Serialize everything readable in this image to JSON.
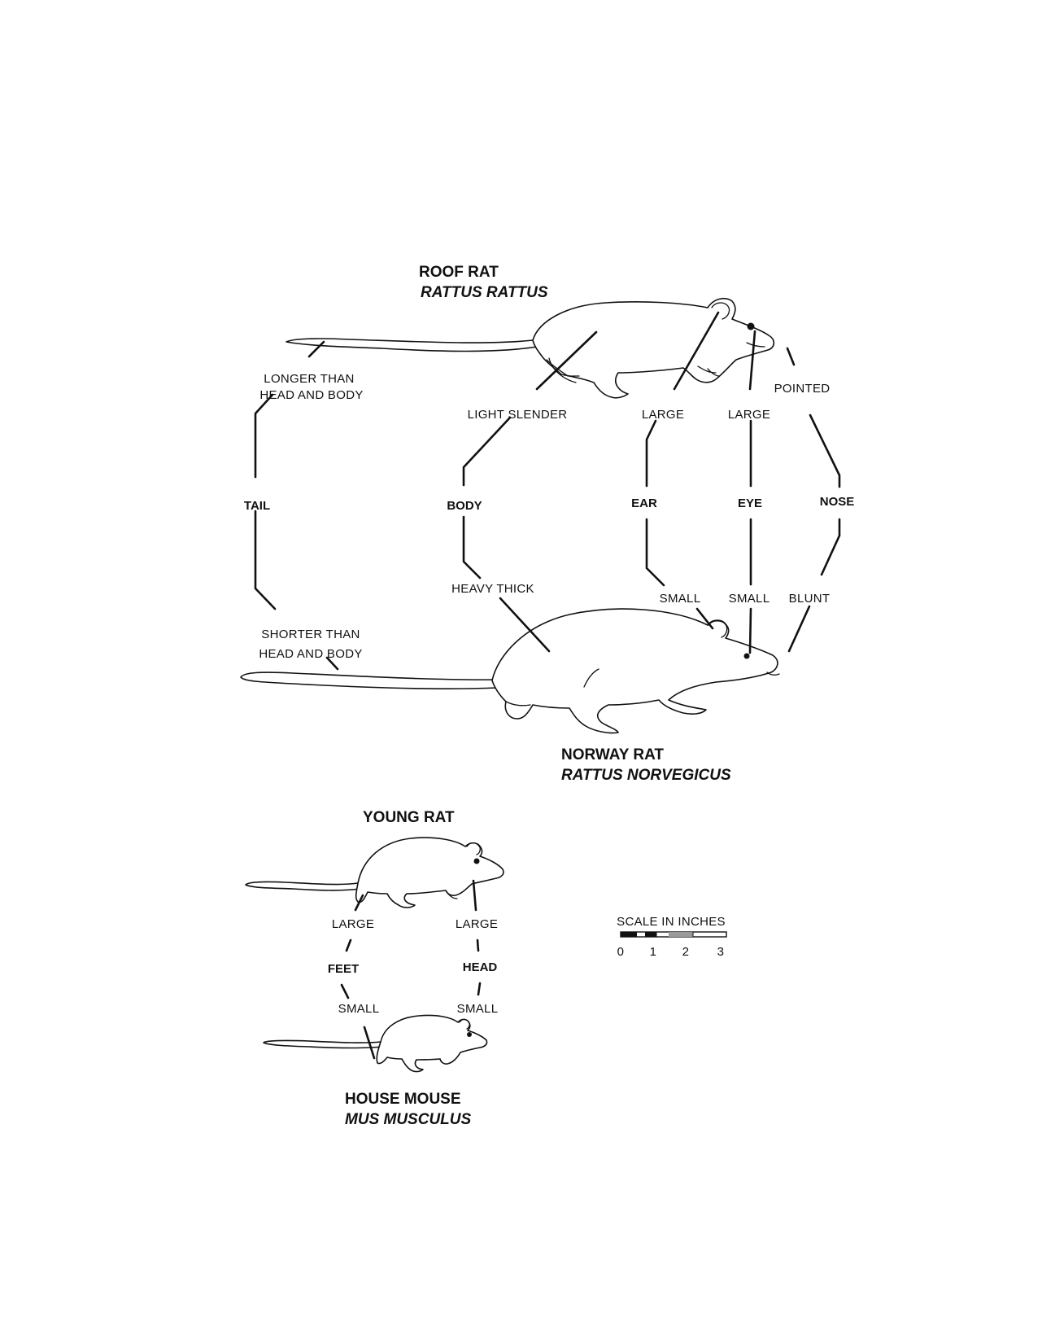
{
  "species": {
    "roof_rat": {
      "name": "ROOF RAT",
      "scientific": "RATTUS RATTUS"
    },
    "norway_rat": {
      "name": "NORWAY RAT",
      "scientific": "RATTUS NORVEGICUS"
    },
    "young_rat": {
      "name": "YOUNG RAT"
    },
    "house_mouse": {
      "name": "HOUSE MOUSE",
      "scientific": "MUS MUSCULUS"
    }
  },
  "features": {
    "tail": {
      "label": "TAIL",
      "roof": [
        "LONGER THAN",
        "HEAD AND BODY"
      ],
      "norway": [
        "SHORTER THAN",
        "HEAD AND BODY"
      ]
    },
    "body": {
      "label": "BODY",
      "roof": "LIGHT SLENDER",
      "norway": "HEAVY THICK"
    },
    "ear": {
      "label": "EAR",
      "roof": "LARGE",
      "norway": "SMALL"
    },
    "eye": {
      "label": "EYE",
      "roof": "LARGE",
      "norway": "SMALL"
    },
    "nose": {
      "label": "NOSE",
      "roof": "POINTED",
      "norway": "BLUNT"
    },
    "feet": {
      "label": "FEET",
      "young": "LARGE",
      "mouse": "SMALL"
    },
    "head": {
      "label": "HEAD",
      "young": "LARGE",
      "mouse": "SMALL"
    }
  },
  "scale": {
    "title": "SCALE IN INCHES",
    "ticks": [
      "0",
      "1",
      "2",
      "3"
    ]
  }
}
